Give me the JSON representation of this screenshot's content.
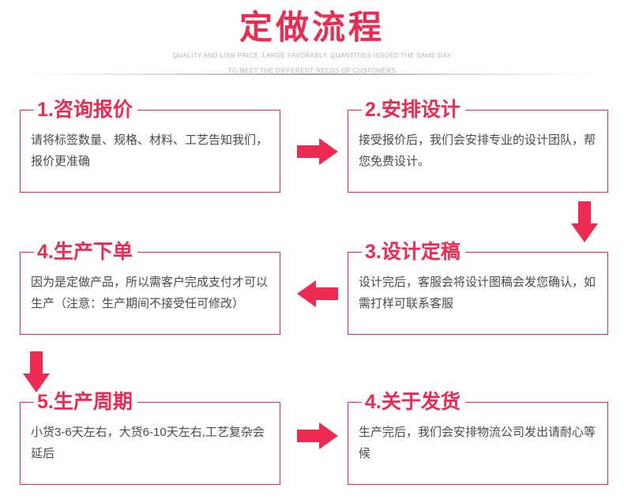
{
  "header": {
    "title": "定做流程",
    "subtitle_line1": "QUALITY AND LOW PRICE, LARGE FAVORABLY, QUANTITIES ISSUED THE SAME DAY",
    "subtitle_line2": "TO MEET THE DIFFERENT NEEDS OF CUSTOMERS"
  },
  "colors": {
    "accent": "#ED2B52",
    "body_text": "#4a4a4a",
    "subtitle_text": "#b3b3b3",
    "background": "#ffffff"
  },
  "steps": [
    {
      "number": "1.",
      "title": "1.咨询报价",
      "body": "请将标签数量、规格、材料、工艺告知我们，报价更准确"
    },
    {
      "number": "2.",
      "title": "2.安排设计",
      "body": "接受报价后，我们会安排专业的设计团队，帮您免费设计。"
    },
    {
      "number": "4.",
      "title": "4.生产下单",
      "body": "因为是定做产品，所以需客户完成支付才可以生产（注意：生产期间不接受任可修改）"
    },
    {
      "number": "3.",
      "title": "3.设计定稿",
      "body": "设计完后，客服会将设计图稿会发您确认，如需打样可联系客服"
    },
    {
      "number": "5.",
      "title": "5.生产周期",
      "body": "小货3-6天左右，大货6-10天左右,工艺复杂会延后"
    },
    {
      "number": "4.",
      "title": "4.关于发货",
      "body": "生产完后，我们会安排物流公司发出请耐心等候"
    }
  ],
  "arrows": [
    {
      "name": "arrow-right-step1-to-step2",
      "direction": "right"
    },
    {
      "name": "arrow-down-step2-to-step3",
      "direction": "down"
    },
    {
      "name": "arrow-left-step3-to-step4",
      "direction": "left"
    },
    {
      "name": "arrow-down-step4-to-step5",
      "direction": "down"
    },
    {
      "name": "arrow-right-step5-to-step6",
      "direction": "right"
    }
  ]
}
